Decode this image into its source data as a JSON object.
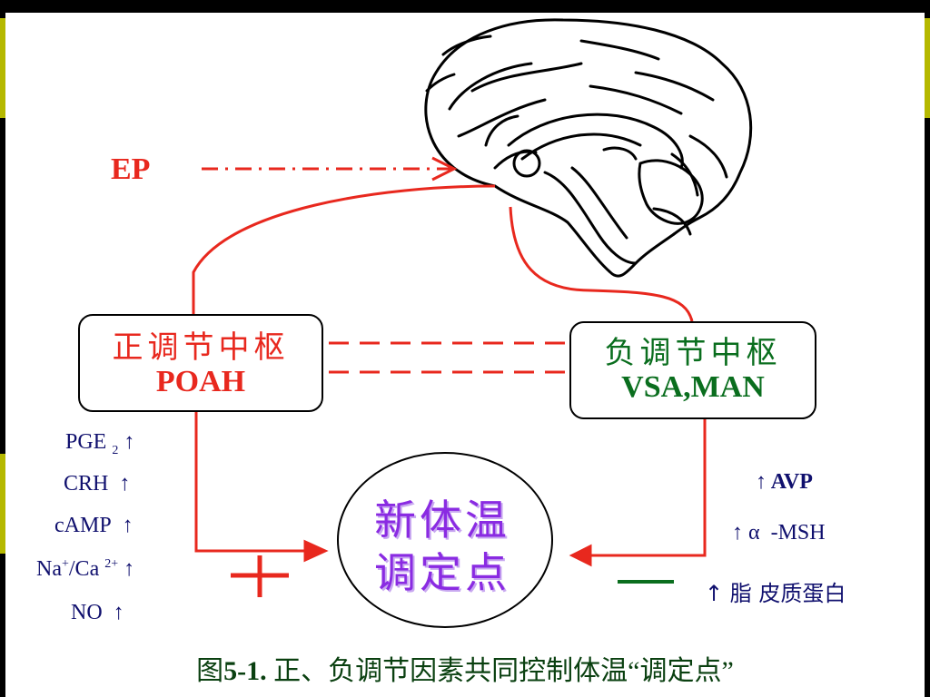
{
  "colors": {
    "red": "#e8281e",
    "green": "#0a6e1e",
    "navy": "#10106e",
    "purple": "#8a2be2",
    "accent": "#b5b800",
    "caption": "#0a4010"
  },
  "ep_label": "EP",
  "positive_center": {
    "title": "正调节中枢",
    "abbr": "POAH"
  },
  "negative_center": {
    "title": "负调节中枢",
    "abbr": "VSA,MAN"
  },
  "positive_factors": [
    {
      "base": "PGE",
      "sub": "2",
      "arrow": "↑"
    },
    {
      "base": "CRH",
      "arrow": "↑"
    },
    {
      "base": "cAMP",
      "arrow": "↑"
    },
    {
      "base": "Na",
      "sup1": "+",
      "mid": "/Ca",
      "sup2": "2+",
      "arrow": "↑"
    },
    {
      "base": "NO",
      "arrow": "↑"
    }
  ],
  "negative_factors": [
    {
      "arrow": "↑",
      "text": "AVP"
    },
    {
      "arrow": "↑",
      "text": "α  -MSH"
    },
    {
      "arrow": "↑",
      "text": "脂 皮质蛋白"
    }
  ],
  "set_point": {
    "line1": "新体温",
    "line2": "调定点"
  },
  "caption": {
    "prefix": "图",
    "number": "5-1.",
    "text": " 正、负调节因素共同控制体温“调定点”"
  }
}
